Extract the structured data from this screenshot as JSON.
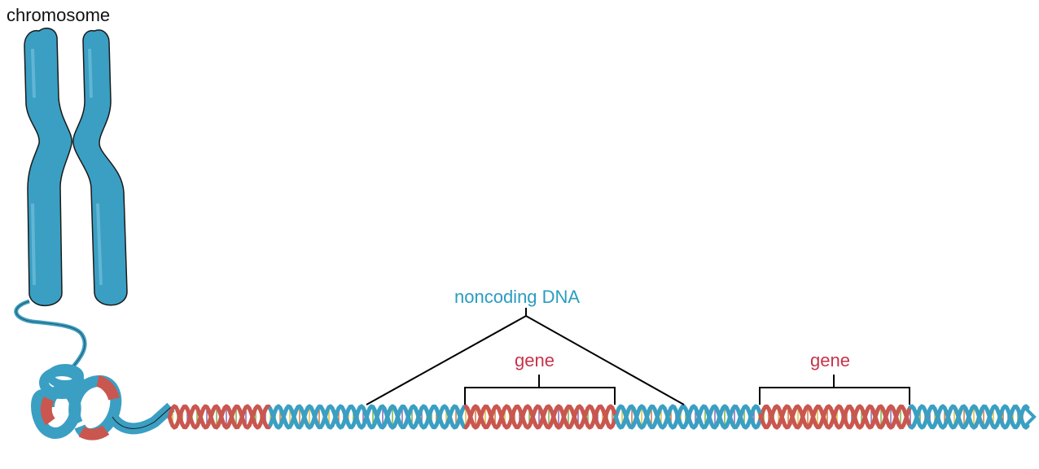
{
  "labels": {
    "chromosome": "chromosome",
    "noncoding": "noncoding DNA",
    "gene_1": "gene",
    "gene_2": "gene"
  },
  "colors": {
    "dna_blue": "#3a9fc3",
    "gene_red": "#c9574f",
    "label_blue": "#2a9dc1",
    "label_red": "#c8334a",
    "bracket": "#000000",
    "outline": "#1a1a1a"
  }
}
